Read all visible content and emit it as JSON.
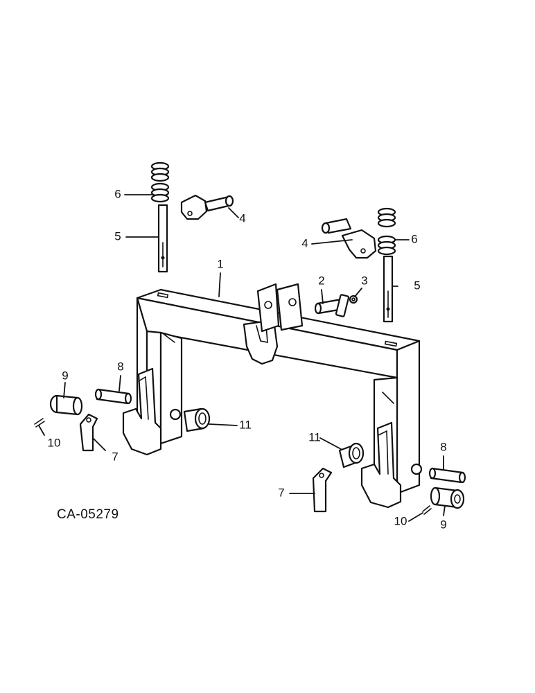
{
  "drawing_number": "CA-05279",
  "callouts": {
    "frame": "1",
    "pin": "2",
    "clip": "3",
    "latch_left": "4",
    "latch_right": "4",
    "rod_left": "5",
    "rod_right": "5",
    "spring_left": "6",
    "spring_right": "6",
    "hook_link_left": "7",
    "hook_link_right": "7",
    "pin_left": "8",
    "pin_right": "8",
    "bushing_pin_left": "9",
    "bushing_pin_right": "9",
    "cotter_left": "10",
    "cotter_right": "10",
    "spacer_left": "11",
    "spacer_right": "11"
  }
}
